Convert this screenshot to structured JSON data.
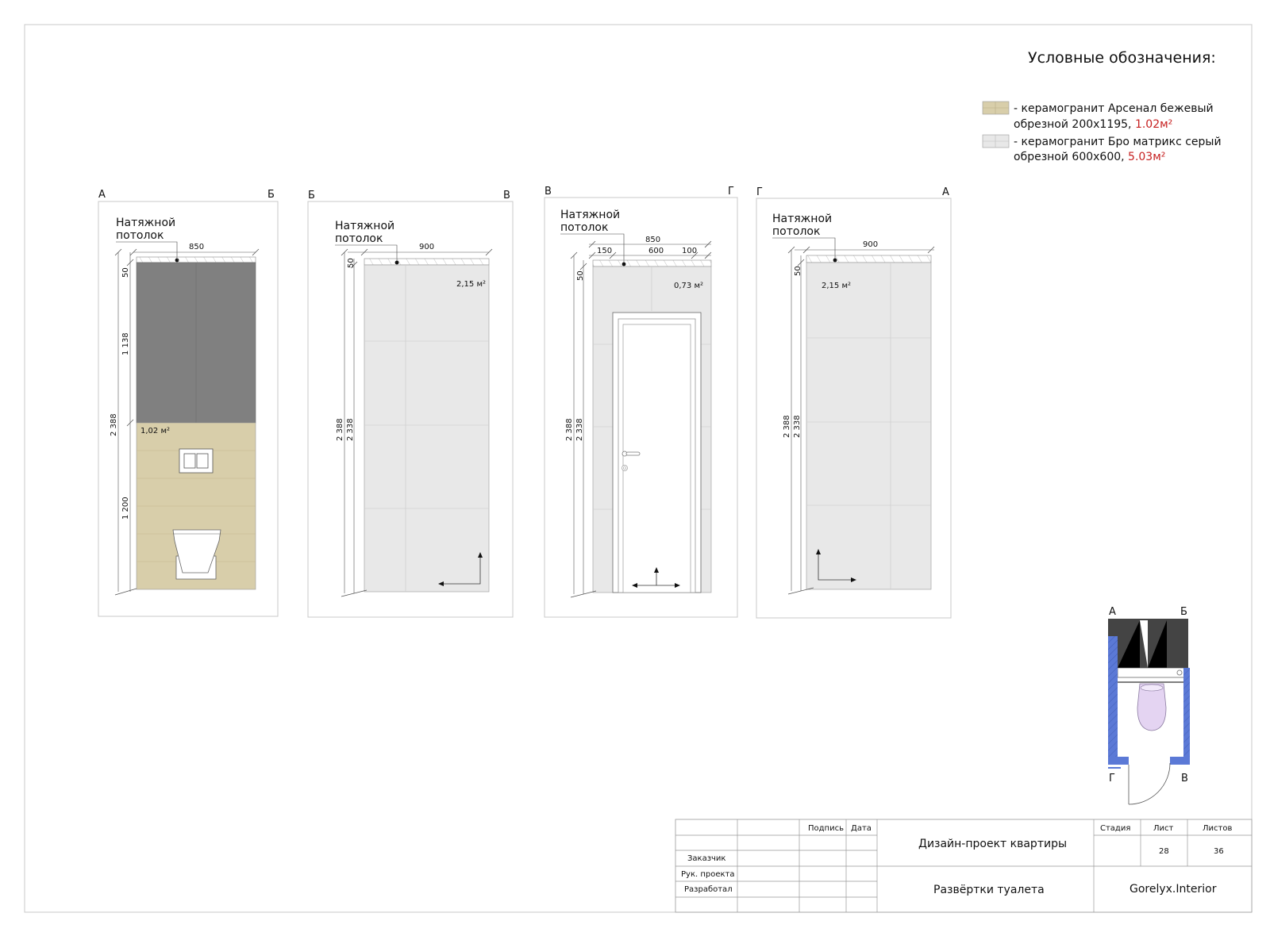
{
  "legend": {
    "title": "Условные обозначения:",
    "items": [
      {
        "swatch_color": "#d8ceaa",
        "line1": "- керамогранит Арсенал бежевый",
        "line2": "обрезной 200х1195,",
        "qty": "1.02м²"
      },
      {
        "swatch_color": "#e8e8e8",
        "line1": "- керамогранит Бро матрикс серый",
        "line2": "обрезной 600х600,",
        "qty": "5.03м²"
      }
    ]
  },
  "elevations": [
    {
      "corner_left": "А",
      "corner_right": "Б",
      "ceiling_label_1": "Натяжной",
      "ceiling_label_2": "потолок",
      "width_dim": "850",
      "height_total": "2 388",
      "segments": [
        "50",
        "1 138",
        "1 200"
      ],
      "area": "1,02 м²"
    },
    {
      "corner_left": "Б",
      "corner_right": "В",
      "ceiling_label_1": "Натяжной",
      "ceiling_label_2": "потолок",
      "width_dim": "900",
      "height_total": "2 388",
      "height_inner": "2 338",
      "segments": [
        "50"
      ],
      "area": "2,15 м²"
    },
    {
      "corner_left": "В",
      "corner_right": "Г",
      "ceiling_label_1": "Натяжной",
      "ceiling_label_2": "потолок",
      "width_dim": "850",
      "width_sub": [
        "150",
        "600",
        "100"
      ],
      "height_total": "2 388",
      "height_inner": "2 338",
      "segments": [
        "50"
      ],
      "area": "0,73 м²"
    },
    {
      "corner_left": "Г",
      "corner_right": "А",
      "ceiling_label_1": "Натяжной",
      "ceiling_label_2": "потолок",
      "width_dim": "900",
      "height_total": "2 388",
      "height_inner": "2 338",
      "segments": [
        "50"
      ],
      "area": "2,15 м²"
    }
  ],
  "plan": {
    "corner_tl": "А",
    "corner_tr": "Б",
    "corner_bl": "Г",
    "corner_br": "В",
    "wall_color": "#5b79d6",
    "fixture_color": "#e4d4f2"
  },
  "stamp": {
    "col_sign": "Подпись",
    "col_date": "Дата",
    "row_customer": "Заказчик",
    "row_head": "Рук. проекта",
    "row_dev": "Разработал",
    "project": "Дизайн-проект квартиры",
    "sheet_title": "Развёртки туалета",
    "stage_label": "Стадия",
    "sheet_label": "Лист",
    "sheets_label": "Листов",
    "sheet_no": "28",
    "sheets_total": "36",
    "company": "Gorelyx.Interior"
  },
  "colors": {
    "dark_panel": "#808080",
    "beige_tile": "#d8ceaa",
    "grey_tile": "#e8e8e8"
  }
}
